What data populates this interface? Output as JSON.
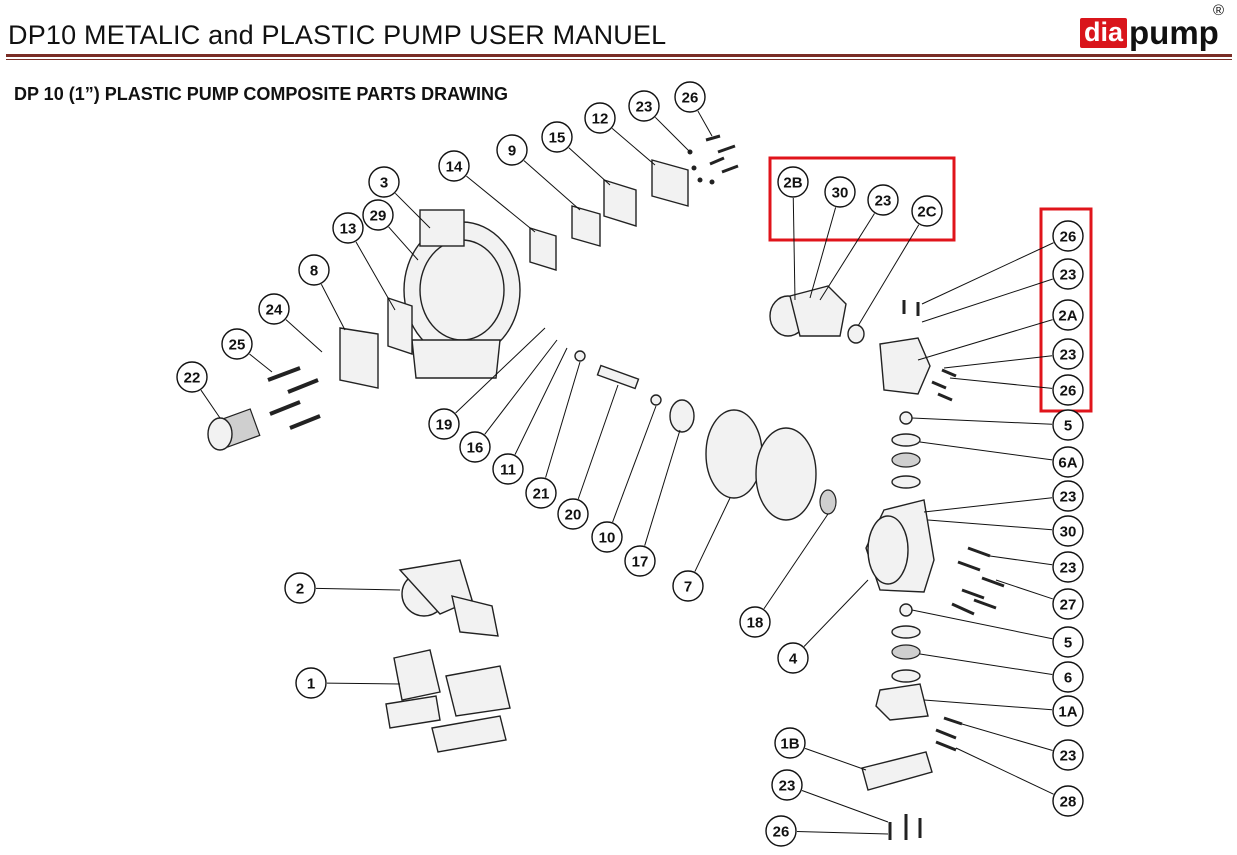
{
  "header": {
    "doc_title": "DP10 METALIC and PLASTIC PUMP USER MANUEL",
    "logo_left": "dia",
    "logo_right": "pump",
    "logo_reg": "®"
  },
  "section_title": "DP 10 (1”) PLASTIC PUMP COMPOSITE PARTS DRAWING",
  "callouts": [
    "26",
    "23",
    "12",
    "15",
    "9",
    "14",
    "3",
    "29",
    "13",
    "8",
    "24",
    "25",
    "22",
    "19",
    "16",
    "11",
    "21",
    "20",
    "10",
    "17",
    "7",
    "18",
    "2B",
    "30",
    "23",
    "2C",
    "26",
    "23",
    "2A",
    "23",
    "26",
    "5",
    "6A",
    "23",
    "30",
    "23",
    "27",
    "5",
    "6",
    "1A",
    "23",
    "28",
    "4",
    "2",
    "1",
    "1B",
    "23",
    "26"
  ],
  "colors": {
    "highlight": "#e0141b",
    "rule": "#7a2d26",
    "logo_red": "#d9151b"
  }
}
